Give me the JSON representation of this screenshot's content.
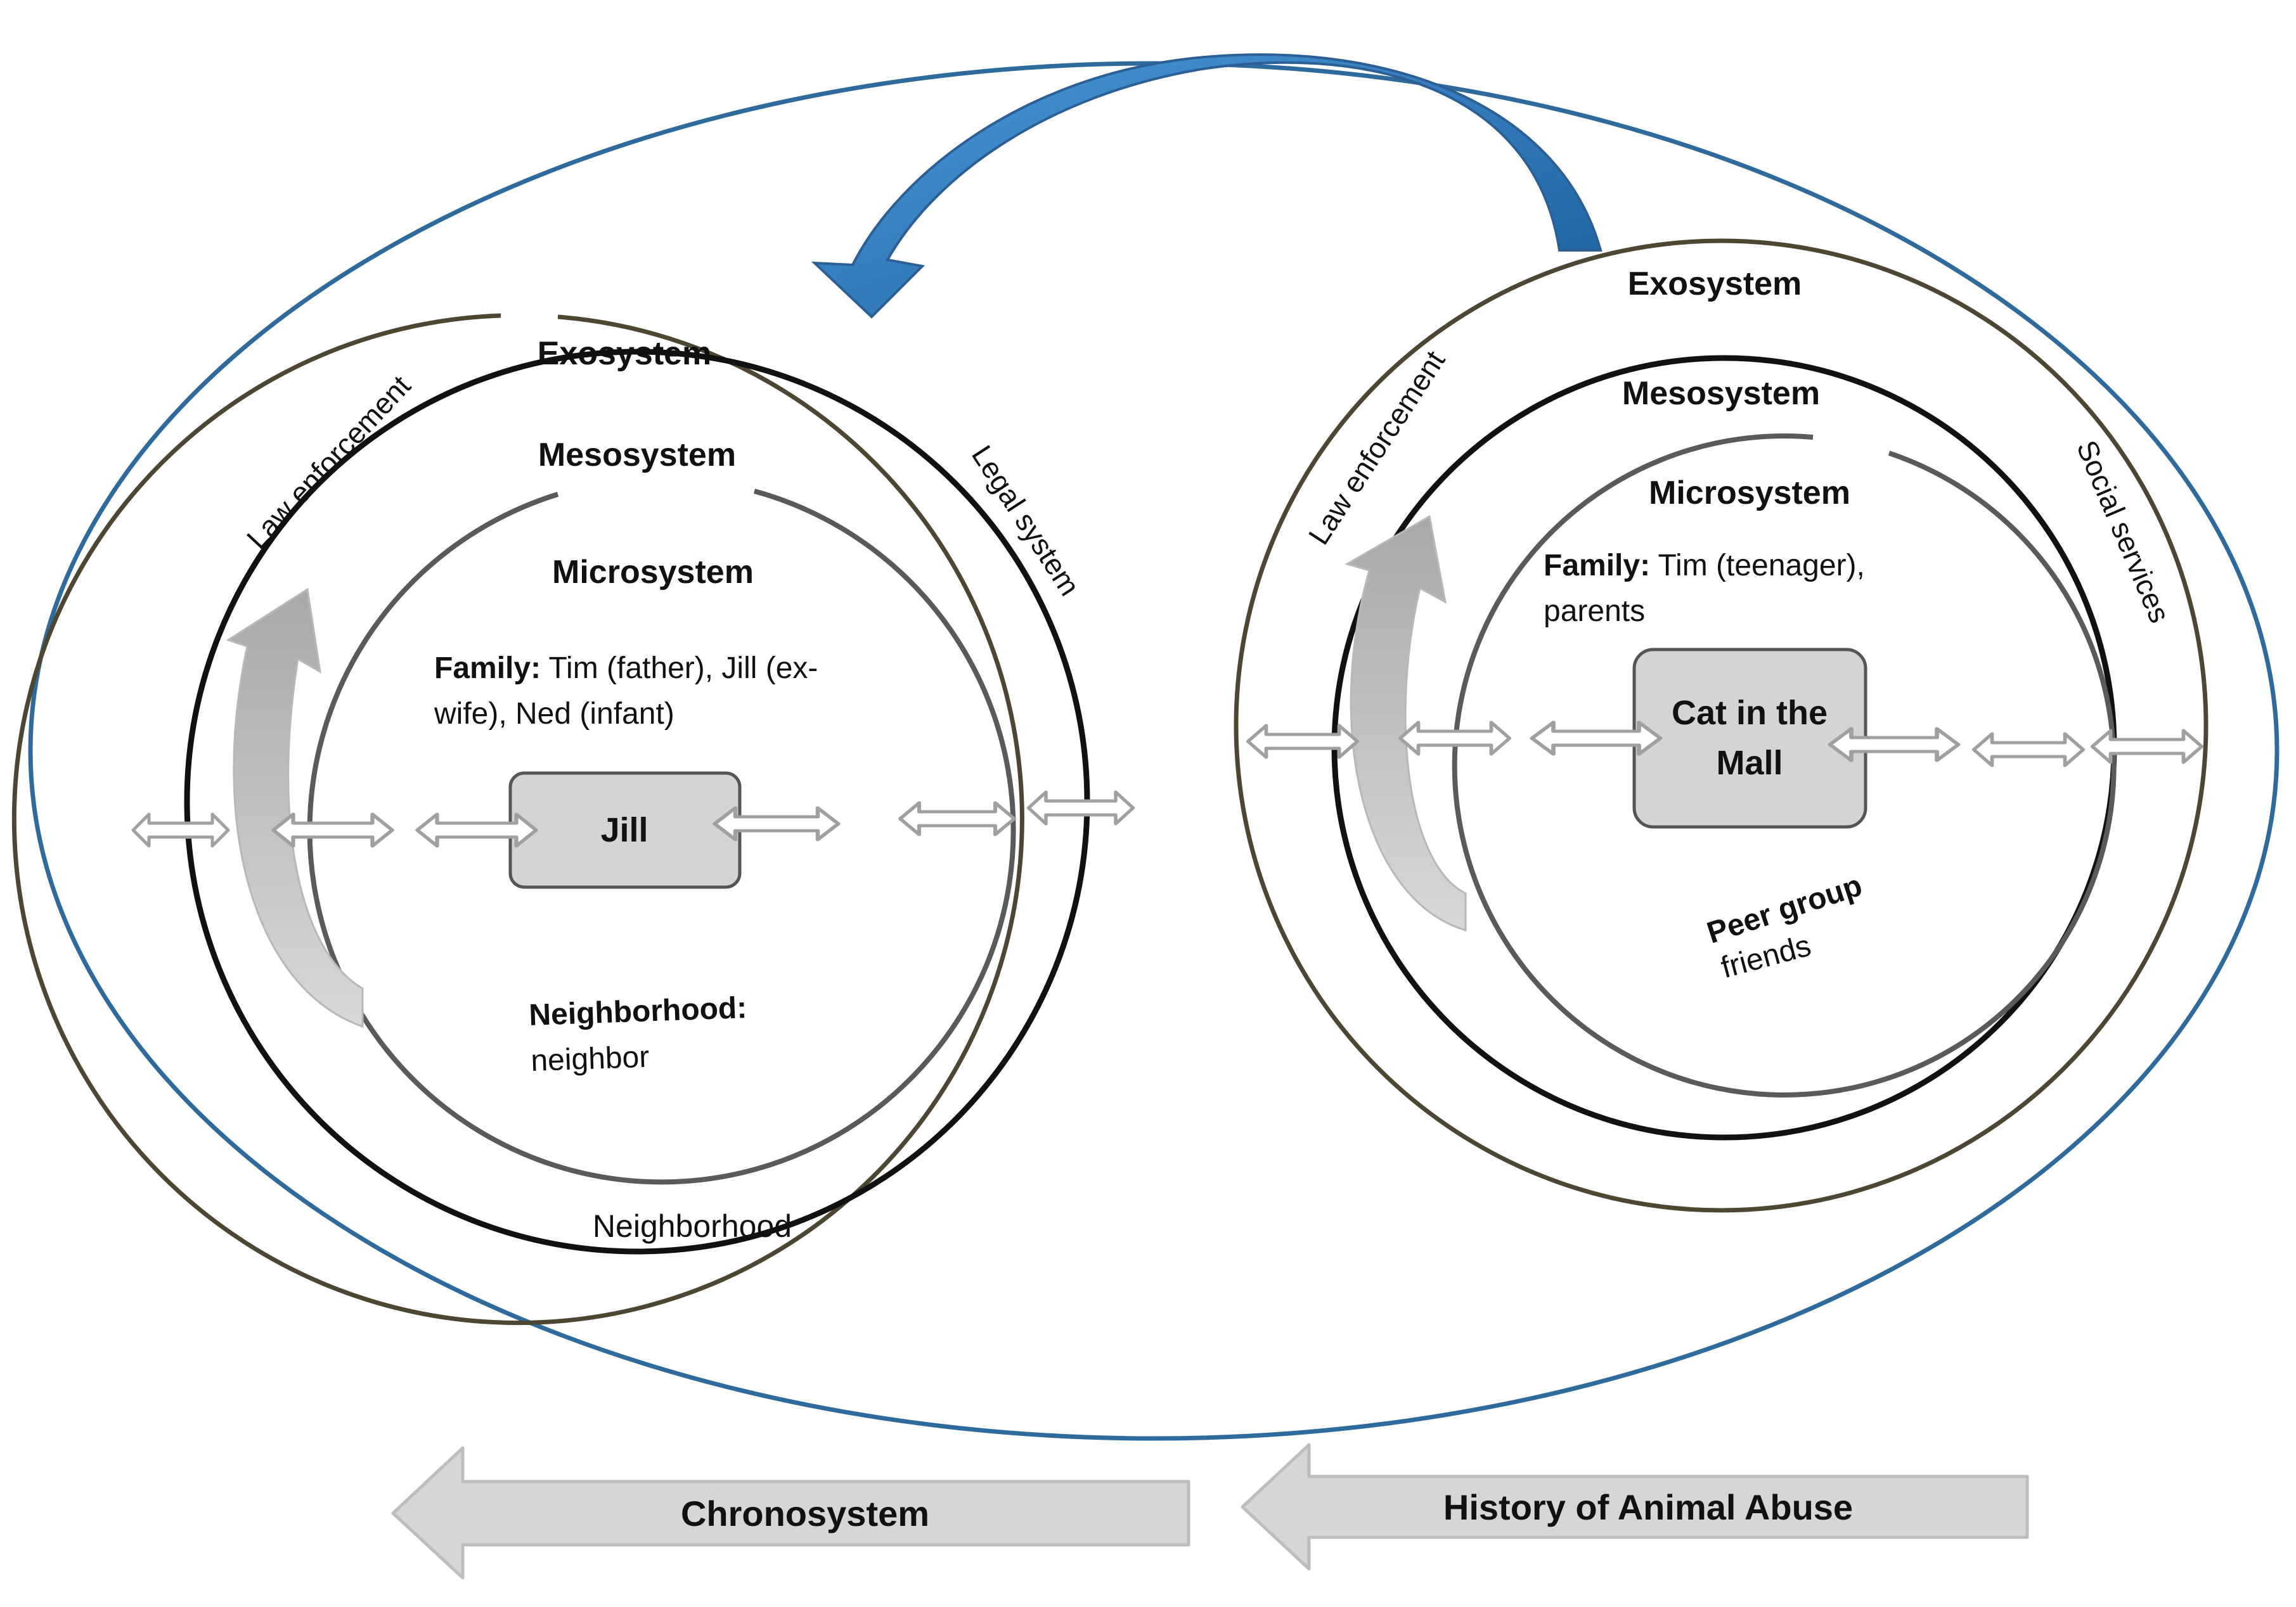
{
  "left": {
    "exosystem": "Exosystem",
    "mesosystem": "Mesosystem",
    "microsystem": "Microsystem",
    "law_enforcement": "Law enforcement",
    "legal_system": "Legal system",
    "family_label": "Family:",
    "family_line1": " Tim (father), Jill (ex-",
    "family_line2": "wife),  Ned (infant)",
    "center": "Jill",
    "neighborhood_label": "Neighborhood:",
    "neighborhood_value": "neighbor",
    "outer_neighborhood": "Neighborhood"
  },
  "right": {
    "exosystem": "Exosystem",
    "mesosystem": "Mesosystem",
    "microsystem": "Microsystem",
    "law_enforcement": "Law enforcement",
    "social_services": "Social services",
    "family_label": "Family:",
    "family_line1": " Tim (teenager),",
    "family_line2": "parents",
    "center_line1": "Cat in the",
    "center_line2": "Mall",
    "peer_group": "Peer group",
    "friends": "friends"
  },
  "bottom": {
    "chronosystem": "Chronosystem",
    "history": "History of Animal Abuse"
  },
  "colors": {
    "outer_ellipse": "#2e6a9c",
    "exo_ring": "#4d4632",
    "meso_ring": "#111111",
    "micro_ring": "#5a5a5a",
    "box_fill": "#d4d4d4",
    "box_stroke": "#555555",
    "curved_arrow": "#2a78bd",
    "chrono_arrow": "#d6d6d6"
  }
}
